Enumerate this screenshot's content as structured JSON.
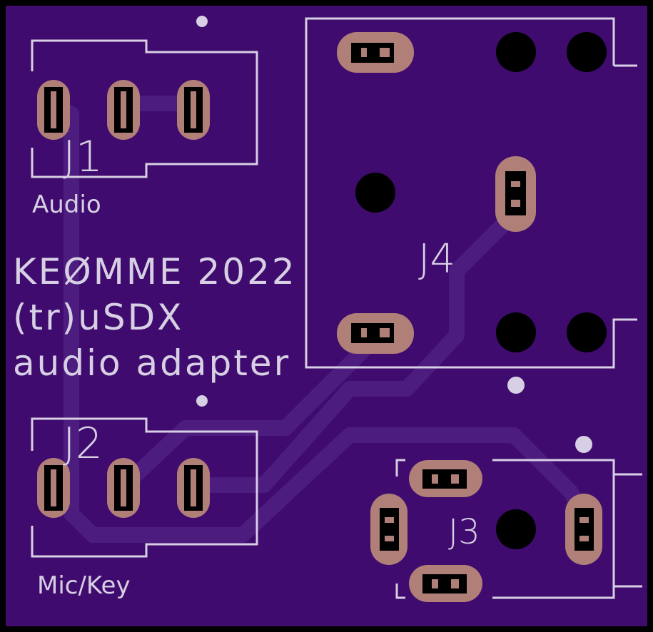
{
  "board": {
    "colors": {
      "substrate": "#000000",
      "soldermask": "#3f0b6e",
      "trace": "#4d1c7f",
      "silkscreen": "#d7cfe3",
      "pad_copper": "#b07f78",
      "pad_drill": "#000000"
    }
  },
  "connectors": {
    "j1": {
      "ref": "J1",
      "label": "Audio"
    },
    "j2": {
      "ref": "J2",
      "label": "Mic/Key"
    },
    "j3": {
      "ref": "J3"
    },
    "j4": {
      "ref": "J4"
    }
  },
  "title_block": {
    "line1": "KEØMME 2022",
    "line2": "(tr)uSDX",
    "line3": "audio adapter"
  }
}
